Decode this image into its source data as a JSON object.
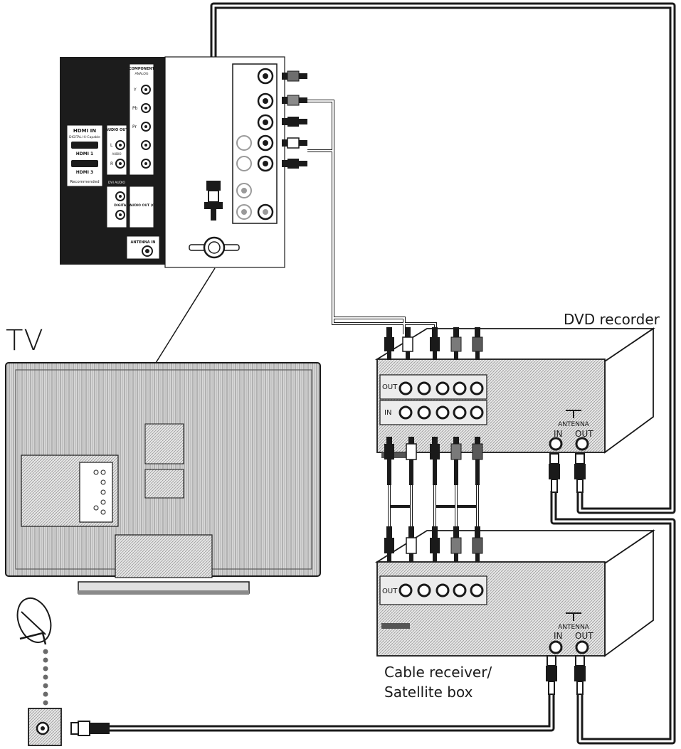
{
  "labels": {
    "tv": "TV",
    "dvd_recorder": "DVD recorder",
    "cable_line1": "Cable receiver/",
    "cable_line2": "Satellite box"
  },
  "tv_panel": {
    "hdmi_title": "HDMI IN",
    "hdmi_subtitle": "DIGITAL Hi-Capable",
    "hdmi1": "HDMI 1",
    "hdmi3": "HDMI 3",
    "recommended": "Recommended",
    "component_title": "COMPONENT",
    "component_sub": "ANALOG",
    "component_y": "Y",
    "component_pb": "Pb",
    "component_pr": "Pr",
    "audio_out": "AUDIO OUT",
    "audio_l": "L",
    "audio_r": "R",
    "audio_word": "AUDIO",
    "dvi_audio": "DVI AUDIO",
    "digital_audio_out": "DIGITAL AUDIO OUT (COAXIAL)",
    "antenna_in": "ANTENNA IN"
  },
  "devices": {
    "dvd_out": "OUT",
    "dvd_in": "IN",
    "cable_out": "OUT",
    "antenna": "ANTENNA",
    "antenna_in": "IN",
    "antenna_out": "OUT"
  },
  "colors": {
    "cable": "#1a1a1a",
    "device_fill": "#dcdcdc",
    "tv_fill": "#cfcfcf",
    "panel_dark": "#1c1c1c"
  }
}
